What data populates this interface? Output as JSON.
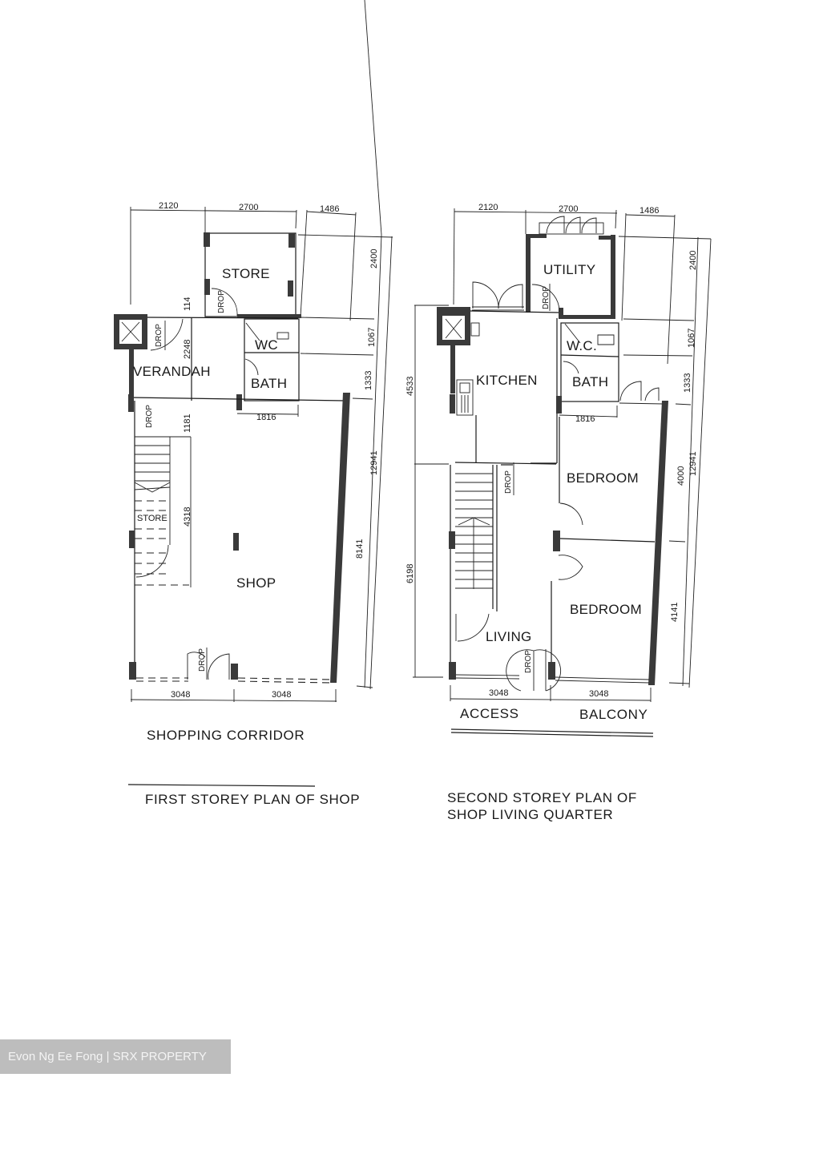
{
  "first_storey": {
    "caption": "FIRST STOREY PLAN OF SHOP",
    "frontage_label": "SHOPPING CORRIDOR",
    "rooms": {
      "store_top": "STORE",
      "verandah": "VERANDAH",
      "wc": "WC",
      "bath": "BATH",
      "store_under_stair": "STORE",
      "shop": "SHOP"
    },
    "drop_labels": [
      "DROP",
      "DROP",
      "DROP",
      "DROP"
    ],
    "dimensions": {
      "top": [
        "2120",
        "2700",
        "1486"
      ],
      "right": [
        "2400",
        "1067",
        "1333",
        "8141"
      ],
      "right_total": "12941",
      "bottom": [
        "3048",
        "3048"
      ],
      "inner": [
        "114",
        "2248",
        "1181",
        "4318",
        "1816"
      ]
    }
  },
  "second_storey": {
    "caption_line1": "SECOND STOREY PLAN OF",
    "caption_line2": "SHOP LIVING QUARTER",
    "frontage_labels": [
      "ACCESS",
      "BALCONY"
    ],
    "rooms": {
      "utility": "UTILITY",
      "kitchen": "KITCHEN",
      "wc": "W.C.",
      "bath": "BATH",
      "bedroom1": "BEDROOM",
      "bedroom2": "BEDROOM",
      "living": "LIVING"
    },
    "drop_labels": [
      "DROP",
      "DROP",
      "DROP"
    ],
    "dimensions": {
      "top": [
        "2120",
        "2700",
        "1486"
      ],
      "right": [
        "2400",
        "1067",
        "1333",
        "4000",
        "4141"
      ],
      "right_total": "12941",
      "left": [
        "4533",
        "6198"
      ],
      "bottom": [
        "3048",
        "3048"
      ],
      "inner": [
        "1816"
      ]
    }
  },
  "watermark": "Evon Ng Ee Fong | SRX PROPERTY"
}
